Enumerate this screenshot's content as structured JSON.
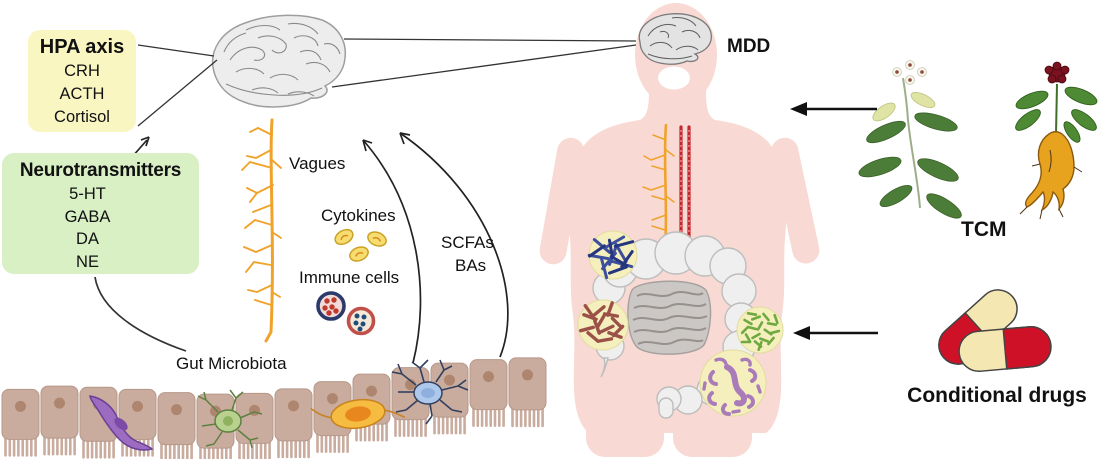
{
  "hpa_box": {
    "title": "HPA axis",
    "items": [
      "CRH",
      "ACTH",
      "Cortisol"
    ]
  },
  "nt_box": {
    "title": "Neurotransmitters",
    "items": [
      "5-HT",
      "GABA",
      "DA",
      "NE"
    ]
  },
  "labels": {
    "vagues": "Vagues",
    "cytokines": "Cytokines",
    "immune_cells": "Immune cells",
    "scfas": "SCFAs",
    "bas": "BAs",
    "gut_microbiota": "Gut Microbiota",
    "mdd": "MDD",
    "tcm": "TCM",
    "conditional_drugs": "Conditional drugs"
  },
  "colors": {
    "hpa_box_bg": "#FAF6C2",
    "nt_box_bg": "#D9F0C5",
    "body_pink": "#F8D9D3",
    "brain_gray": "#EDEDED",
    "nerve_orange": "#F0A32B",
    "vessel_red": "#C4272B",
    "epithelium_tan": "#C9AC9E",
    "epithelium_nucleus": "#A97F66",
    "microbiota_circle_bg": "#F4EFBD",
    "bacteria_blue": "#3D4E9E",
    "bacteria_blue_dark": "#25357E",
    "bacteria_brown": "#9C5148",
    "bacteria_green": "#6FA93F",
    "bacteria_purple": "#A97BB8",
    "capsule_red": "#CE1126",
    "capsule_cream": "#F5E7B2",
    "line_dark": "#333333"
  }
}
